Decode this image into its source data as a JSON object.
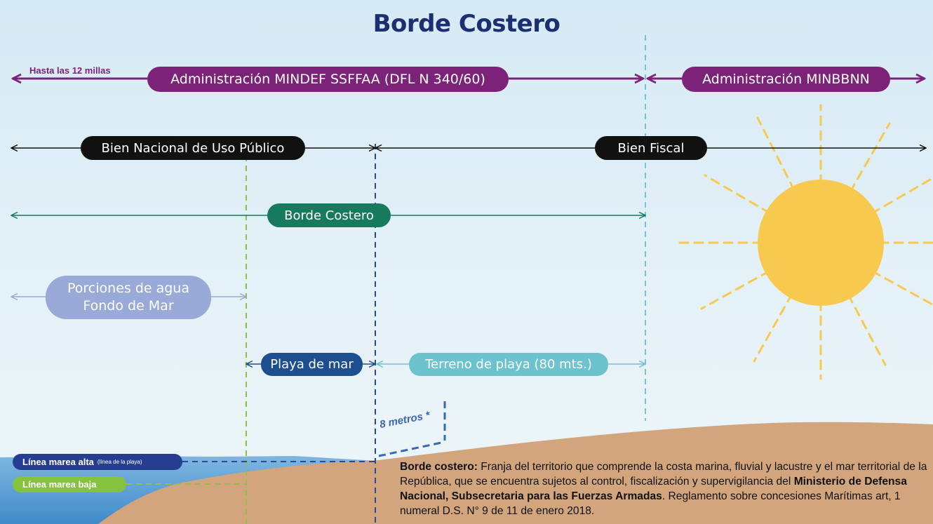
{
  "title": "Borde Costero",
  "row1": {
    "range_label": "Hasta las 12 millas",
    "left_label": "Administración MINDEF SSFFAA (DFL N 340/60)",
    "right_label": "Administración MINBBNN"
  },
  "row2": {
    "left_label": "Bien Nacional de Uso Público",
    "right_label": "Bien Fiscal"
  },
  "row3": {
    "label": "Borde Costero"
  },
  "row4": {
    "label_line1": "Porciones de agua",
    "label_line2": "Fondo de Mar"
  },
  "row5": {
    "left_label": "Playa de mar",
    "right_label": "Terreno de playa (80 mts.)"
  },
  "annotation": {
    "meters": "8 metros *"
  },
  "legend": {
    "high_tide": "Línea marea alta",
    "high_tide_note": "(línea de la playa)",
    "low_tide": "Línea marea baja"
  },
  "definition": {
    "term": "Borde costero:",
    "text1": " Franja del territorio que comprende la costa marina, fluvial y lacustre y el mar territorial de la República, que se encuentra sujetos al control, fiscalización y supervigilancia del ",
    "bold": "Ministerio de Defensa Nacional, Subsecretaria para las Fuerzas Armadas",
    "text2": ". Reglamento sobre concesiones Marítimas art, 1 numeral D.S. N° 9 de 11 de enero 2018."
  },
  "colors": {
    "title": "#1c2f73",
    "purple": "#7c2279",
    "black": "#111111",
    "green": "#167a5d",
    "lavender": "#9aaad8",
    "navy": "#1d4e8f",
    "teal": "#6cc3cd",
    "sand": "#d2a57c",
    "sea": "#5b9fd4",
    "sun": "#f7c94e",
    "high_tide_tag": "#273d92",
    "low_tide_tag": "#85c23e"
  },
  "icons": [
    "sun-icon"
  ]
}
